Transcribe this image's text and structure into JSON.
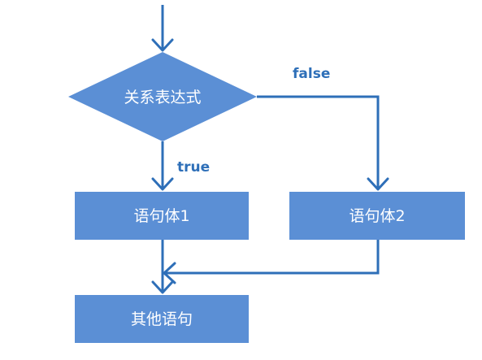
{
  "diagram": {
    "kind": "flowchart",
    "structure": "if-else",
    "node_fill": "#5b8fd5",
    "line_color": "#2e6fb8",
    "label_color": "#2e6fb8"
  },
  "chart_data": {
    "type": "flowchart",
    "nodes": [
      {
        "id": "condition",
        "shape": "diamond",
        "label": "关系表达式"
      },
      {
        "id": "stmt1",
        "shape": "rectangle",
        "label": "语句体1"
      },
      {
        "id": "stmt2",
        "shape": "rectangle",
        "label": "语句体2"
      },
      {
        "id": "other",
        "shape": "rectangle",
        "label": "其他语句"
      }
    ],
    "edges": [
      {
        "from": "entry",
        "to": "condition",
        "label": ""
      },
      {
        "from": "condition",
        "to": "stmt1",
        "label": "true"
      },
      {
        "from": "condition",
        "to": "stmt2",
        "label": "false"
      },
      {
        "from": "stmt1",
        "to": "other",
        "label": ""
      },
      {
        "from": "stmt2",
        "to": "other",
        "label": ""
      }
    ]
  }
}
